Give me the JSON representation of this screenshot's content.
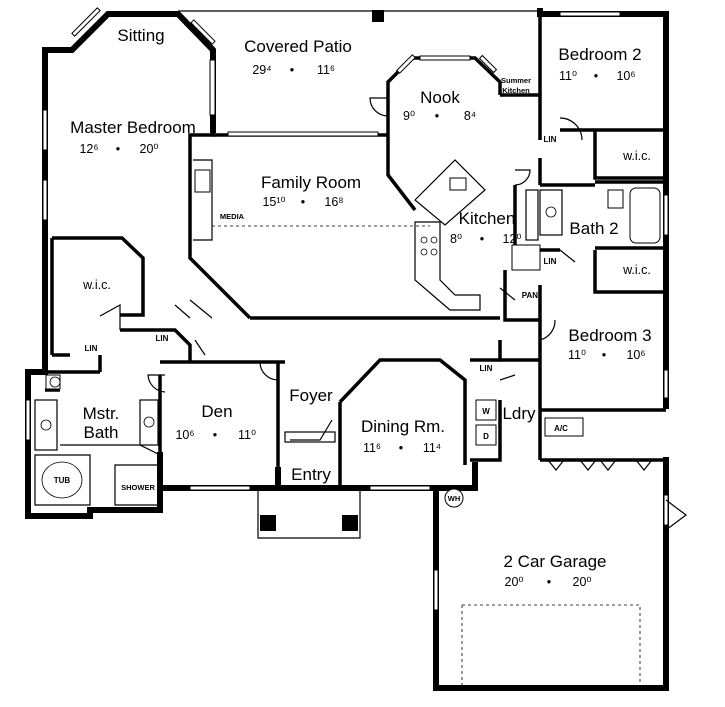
{
  "rooms": {
    "sitting": {
      "name": "Sitting"
    },
    "covered_patio": {
      "name": "Covered Patio",
      "w": "29⁴",
      "sep": "•",
      "d": "11⁶"
    },
    "bedroom2": {
      "name": "Bedroom 2",
      "w": "11⁰",
      "sep": "•",
      "d": "10⁶"
    },
    "nook": {
      "name": "Nook",
      "w": "9⁰",
      "sep": "•",
      "d": "8⁴"
    },
    "summer_kitchen": {
      "line1": "Summer",
      "line2": "Kitchen"
    },
    "master_bedroom": {
      "name": "Master Bedroom",
      "w": "12⁶",
      "sep": "•",
      "d": "20⁰"
    },
    "family_room": {
      "name": "Family Room",
      "w": "15¹⁰",
      "sep": "•",
      "d": "16⁸"
    },
    "kitchen": {
      "name": "Kitchen",
      "w": "8⁰",
      "sep": "•",
      "d": "12⁰"
    },
    "bath2": {
      "name": "Bath 2"
    },
    "bedroom3": {
      "name": "Bedroom 3",
      "w": "11⁰",
      "sep": "•",
      "d": "10⁶"
    },
    "den": {
      "name": "Den",
      "w": "10⁶",
      "sep": "•",
      "d": "11⁰"
    },
    "foyer": {
      "name": "Foyer"
    },
    "entry": {
      "name": "Entry"
    },
    "dining": {
      "name": "Dining Rm.",
      "w": "11⁶",
      "sep": "•",
      "d": "11⁴"
    },
    "laundry": {
      "name": "Ldry"
    },
    "mstr_bath": {
      "line1": "Mstr.",
      "line2": "Bath"
    },
    "garage": {
      "name": "2 Car Garage",
      "w": "20⁰",
      "sep": "•",
      "d": "20⁰"
    }
  },
  "tags": {
    "wic_master": "w.i.c.",
    "wic_bed2": "w.i.c.",
    "wic_bed3": "w.i.c.",
    "lin_bed2": "LIN",
    "lin_bath2": "LIN",
    "lin_master": "LIN",
    "lin_den": "LIN",
    "lin_laundry": "LIN",
    "pan": "PAN.",
    "media": "MEDIA",
    "ac": "A/C",
    "wh": "WH",
    "tub": "TUB",
    "shower": "SHOWER",
    "washer": "W",
    "dryer": "D"
  }
}
